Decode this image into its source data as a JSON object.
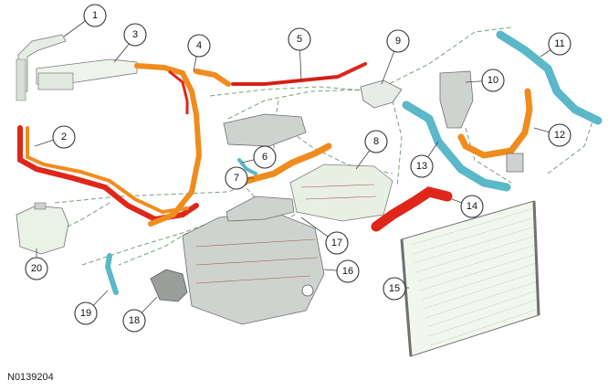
{
  "figure_id": "N0139204",
  "callouts": [
    {
      "num": "1"
    },
    {
      "num": "2"
    },
    {
      "num": "3"
    },
    {
      "num": "4"
    },
    {
      "num": "5"
    },
    {
      "num": "6"
    },
    {
      "num": "7"
    },
    {
      "num": "8"
    },
    {
      "num": "9"
    },
    {
      "num": "10"
    },
    {
      "num": "11"
    },
    {
      "num": "12"
    },
    {
      "num": "13"
    },
    {
      "num": "14"
    },
    {
      "num": "15"
    },
    {
      "num": "16"
    },
    {
      "num": "17"
    },
    {
      "num": "18"
    },
    {
      "num": "19"
    },
    {
      "num": "20"
    }
  ],
  "colors": {
    "hot_coolant": "#e0261a",
    "warm_coolant": "#f08c1e",
    "cold_coolant": "#5ab8c8",
    "component_grey": "#cfd3cf",
    "component_light": "#e8f0e4",
    "flow_line": "#7a9f7a"
  }
}
